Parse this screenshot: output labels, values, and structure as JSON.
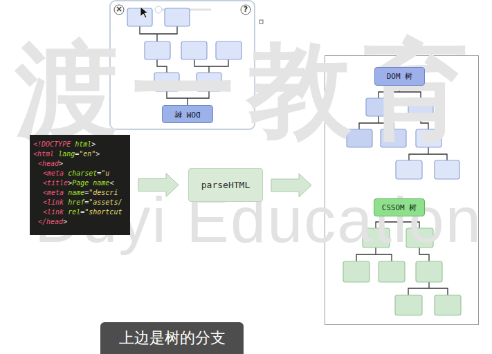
{
  "diagram": {
    "caption": "上边是树的分支",
    "nodes": [
      {
        "text": [
          "DOM 树"
        ]
      },
      {
        "text": [
          "<!DOCTYPE html>",
          "<html lang=\"en\">",
          "<head>",
          "<meta charset=\"u",
          "<title>Page name<",
          "<meta name=\"descri",
          "<link href=\"assets/",
          "<link rel=\"shortcut",
          "</head>"
        ]
      },
      {
        "text": [
          "parseHTML"
        ]
      },
      {
        "text": [
          "DOM 树"
        ]
      },
      {
        "text": [
          "CSSOM 树"
        ]
      }
    ],
    "edges": [
      {
        "from": 1,
        "to": 2,
        "arrow": "to"
      }
    ],
    "labels": [
      "×",
      "?",
      "渡一教育",
      "Duyi Education"
    ]
  }
}
